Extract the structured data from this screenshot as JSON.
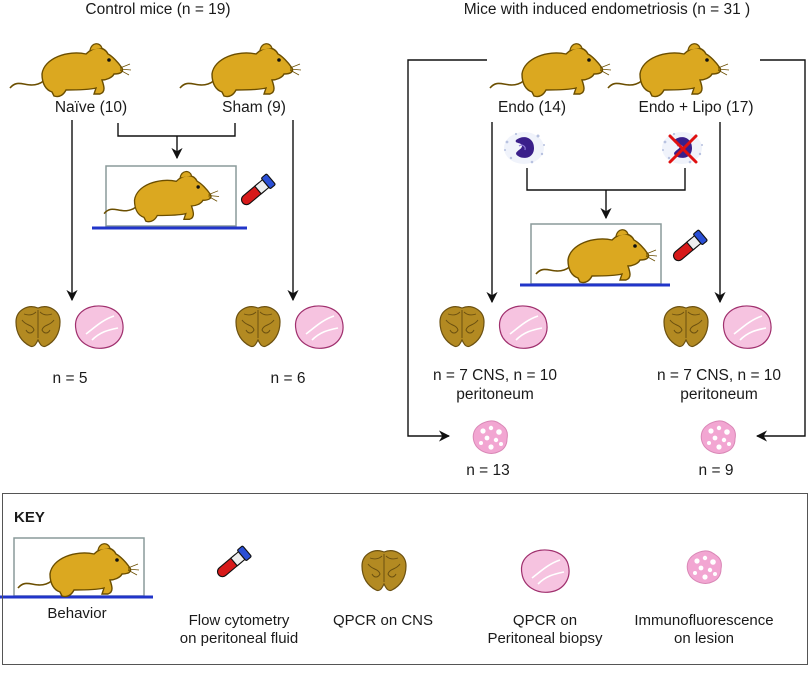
{
  "groups": {
    "control_title": "Control mice (n = 19)",
    "endo_title": "Mice with induced endometriosis (n = 31 )"
  },
  "labels": {
    "naive": "Naïve (10)",
    "sham": "Sham (9)",
    "endo": "Endo (14)",
    "endo_lipo": "Endo + Lipo (17)"
  },
  "counts": {
    "naive_n": "n = 5",
    "sham_n": "n = 6",
    "endo_line1": "n = 7 CNS, n = 10",
    "endo_line2": "peritoneum",
    "lipo_line1": "n = 7 CNS, n = 10",
    "lipo_line2": "peritoneum",
    "endo_lesion_n": "n = 13",
    "lipo_lesion_n": "n = 9"
  },
  "key": {
    "title": "KEY",
    "behavior": "Behavior",
    "flow_line1": "Flow cytometry",
    "flow_line2": "on peritoneal fluid",
    "qpcr_cns": "QPCR on CNS",
    "qpcr_perit_line1": "QPCR on",
    "qpcr_perit_line2": "Peritoneal biopsy",
    "immuno_line1": "Immunofluorescence",
    "immuno_line2": "on lesion"
  },
  "colors": {
    "mouse": "#dba820",
    "mouse_outline": "#6b4e00",
    "brain": "#b38a22",
    "biopsy": "#f6c3e0",
    "lesion": "#f2a6d2",
    "platform": "#2135c9",
    "tube_red": "#d71a1a",
    "tube_cap": "#2a4fd6",
    "cell": "#3a1f8a",
    "cross": "#e01010"
  },
  "icons": [
    "mouse-icon",
    "behavior-box-icon",
    "syringe-tube-icon",
    "brain-icon",
    "biopsy-icon",
    "lesion-icon",
    "macrophage-icon"
  ]
}
